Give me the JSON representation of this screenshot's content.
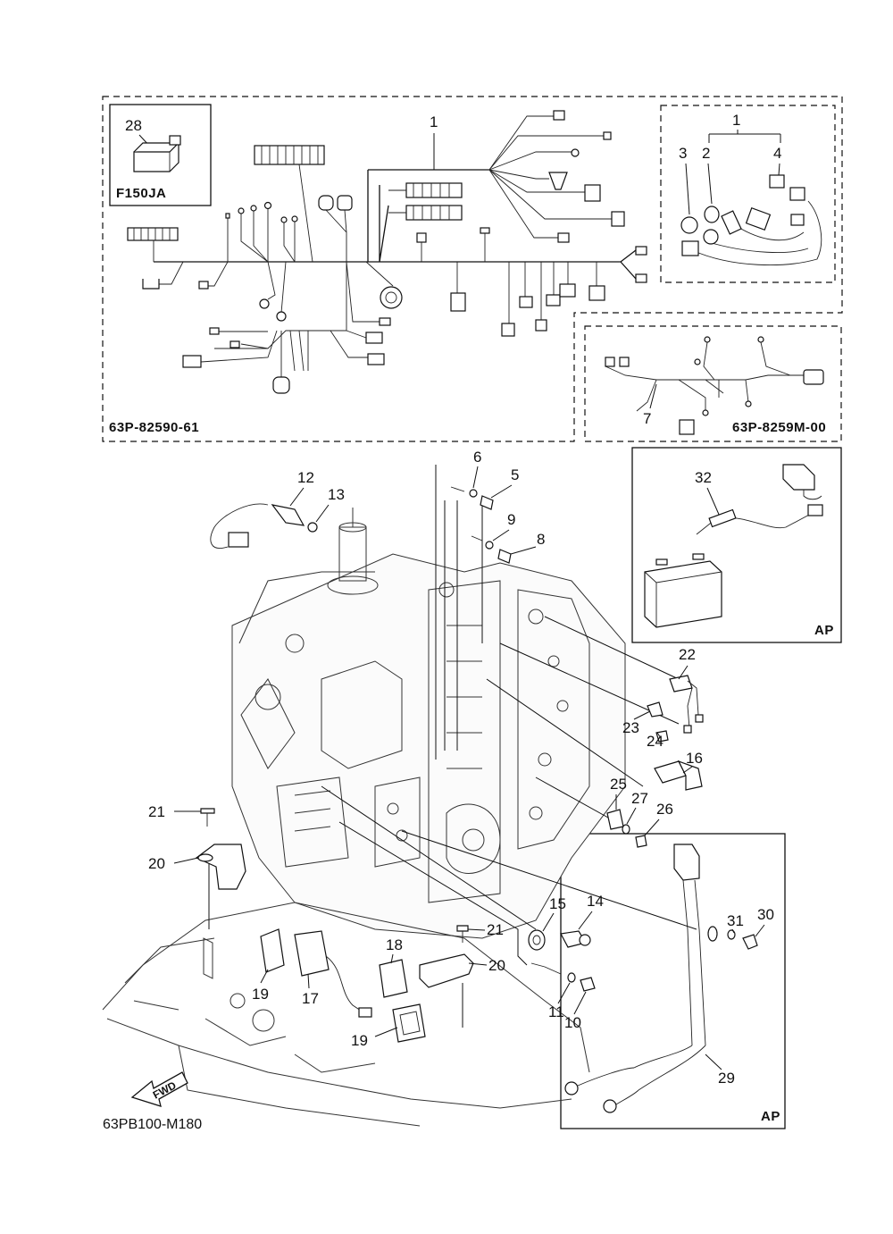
{
  "boxes": {
    "f150ja": {
      "label": "F150JA",
      "part": "28"
    },
    "main_harness": {
      "code": "63P-82590-61"
    },
    "sub_harness": {
      "code": "63P-8259M-00",
      "part": "7"
    },
    "detail_1": {
      "parts": [
        "1",
        "2",
        "3",
        "4"
      ]
    },
    "battery_ap": {
      "label": "AP",
      "part": "32"
    },
    "cable_ap": {
      "label": "AP",
      "parts": [
        "29",
        "30",
        "31"
      ]
    }
  },
  "callouts": {
    "p1": "1",
    "p1b": "1",
    "p2": "2",
    "p3": "3",
    "p4": "4",
    "p5": "5",
    "p6": "6",
    "p7": "7",
    "p8": "8",
    "p9": "9",
    "p10": "10",
    "p11": "11",
    "p12": "12",
    "p13": "13",
    "p14": "14",
    "p15": "15",
    "p16": "16",
    "p17": "17",
    "p18": "18",
    "p19a": "19",
    "p19b": "19",
    "p20a": "20",
    "p20b": "20",
    "p21a": "21",
    "p21b": "21",
    "p22": "22",
    "p23": "23",
    "p24": "24",
    "p25": "25",
    "p26": "26",
    "p27": "27",
    "p28": "28",
    "p29": "29",
    "p30": "30",
    "p31": "31",
    "p32": "32"
  },
  "direction": {
    "label": "FWD"
  },
  "footer": {
    "figure_code": "63PB100-M180"
  }
}
